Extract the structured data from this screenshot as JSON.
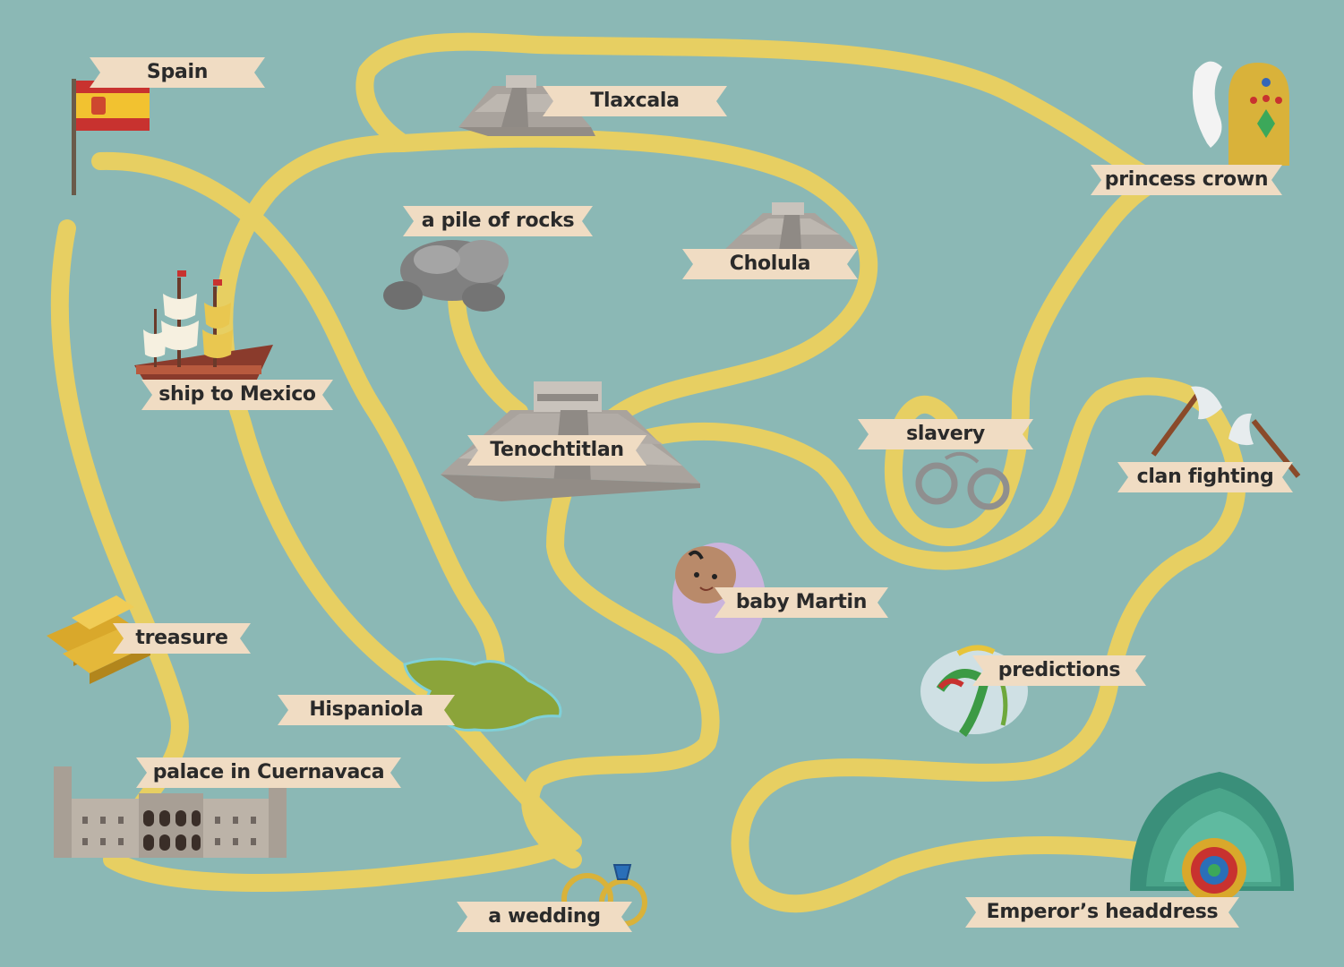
{
  "map": {
    "background_color": "#8bb8b5",
    "path_color": "#e7cf62",
    "banner_color": "#f0dcc3",
    "places": [
      {
        "key": "spain",
        "label": "Spain",
        "icon": "spain-flag-icon"
      },
      {
        "key": "tlaxcala",
        "label": "Tlaxcala",
        "icon": "pyramid-icon"
      },
      {
        "key": "princess-crown",
        "label": "princess crown",
        "icon": "crown-icon"
      },
      {
        "key": "pile-of-rocks",
        "label": "a pile of rocks",
        "icon": "rocks-icon"
      },
      {
        "key": "cholula",
        "label": "Cholula",
        "icon": "pyramid-icon"
      },
      {
        "key": "ship-to-mexico",
        "label": "ship to Mexico",
        "icon": "ship-icon"
      },
      {
        "key": "tenochtitlan",
        "label": "Tenochtitlan",
        "icon": "pyramid-icon"
      },
      {
        "key": "slavery",
        "label": "slavery",
        "icon": "handcuffs-icon"
      },
      {
        "key": "clan-fighting",
        "label": "clan fighting",
        "icon": "axes-icon"
      },
      {
        "key": "baby-martin",
        "label": "baby Martin",
        "icon": "baby-icon"
      },
      {
        "key": "treasure",
        "label": "treasure",
        "icon": "gold-bars-icon"
      },
      {
        "key": "predictions",
        "label": "predictions",
        "icon": "serpent-icon"
      },
      {
        "key": "hispaniola",
        "label": "Hispaniola",
        "icon": "island-icon"
      },
      {
        "key": "palace-cuernavaca",
        "label": "palace in Cuernavaca",
        "icon": "palace-icon"
      },
      {
        "key": "wedding",
        "label": "a wedding",
        "icon": "rings-icon"
      },
      {
        "key": "emperors-headdress",
        "label": "Emperor’s headdress",
        "icon": "headdress-icon"
      }
    ]
  }
}
